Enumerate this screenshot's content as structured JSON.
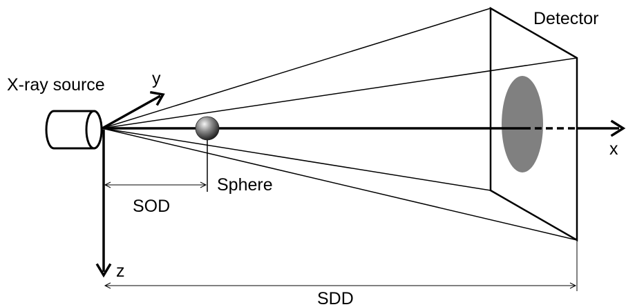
{
  "labels": {
    "xray_source": "X-ray source",
    "detector": "Detector",
    "sphere": "Sphere",
    "sod": "SOD",
    "sdd": "SDD",
    "axis_x": "x",
    "axis_y": "y",
    "axis_z": "z"
  },
  "colors": {
    "line": "#000000",
    "shadow": "#808080",
    "background": "#ffffff"
  }
}
